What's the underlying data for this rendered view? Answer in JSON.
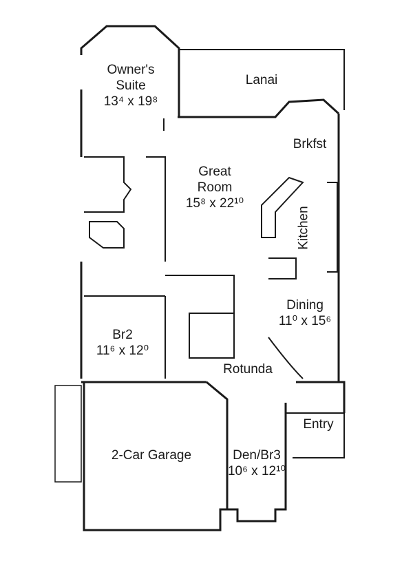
{
  "rooms": {
    "owners_suite": {
      "name_line1": "Owner's",
      "name_line2": "Suite",
      "dim": "13⁴ x 19⁸"
    },
    "lanai": {
      "name": "Lanai"
    },
    "brkfst": {
      "name": "Brkfst"
    },
    "great_room": {
      "name_line1": "Great",
      "name_line2": "Room",
      "dim": "15⁸ x 22¹⁰"
    },
    "kitchen": {
      "name": "Kitchen"
    },
    "dining": {
      "name": "Dining",
      "dim": "11⁰ x 15⁶"
    },
    "br2": {
      "name": "Br2",
      "dim": "11⁶ x 12⁰"
    },
    "rotunda": {
      "name": "Rotunda"
    },
    "entry": {
      "name": "Entry"
    },
    "garage": {
      "name": "2-Car Garage"
    },
    "den": {
      "name": "Den/Br3",
      "dim": "10⁶ x 12¹⁰"
    }
  },
  "colors": {
    "wall": "#1a1a1a",
    "background": "#ffffff"
  }
}
